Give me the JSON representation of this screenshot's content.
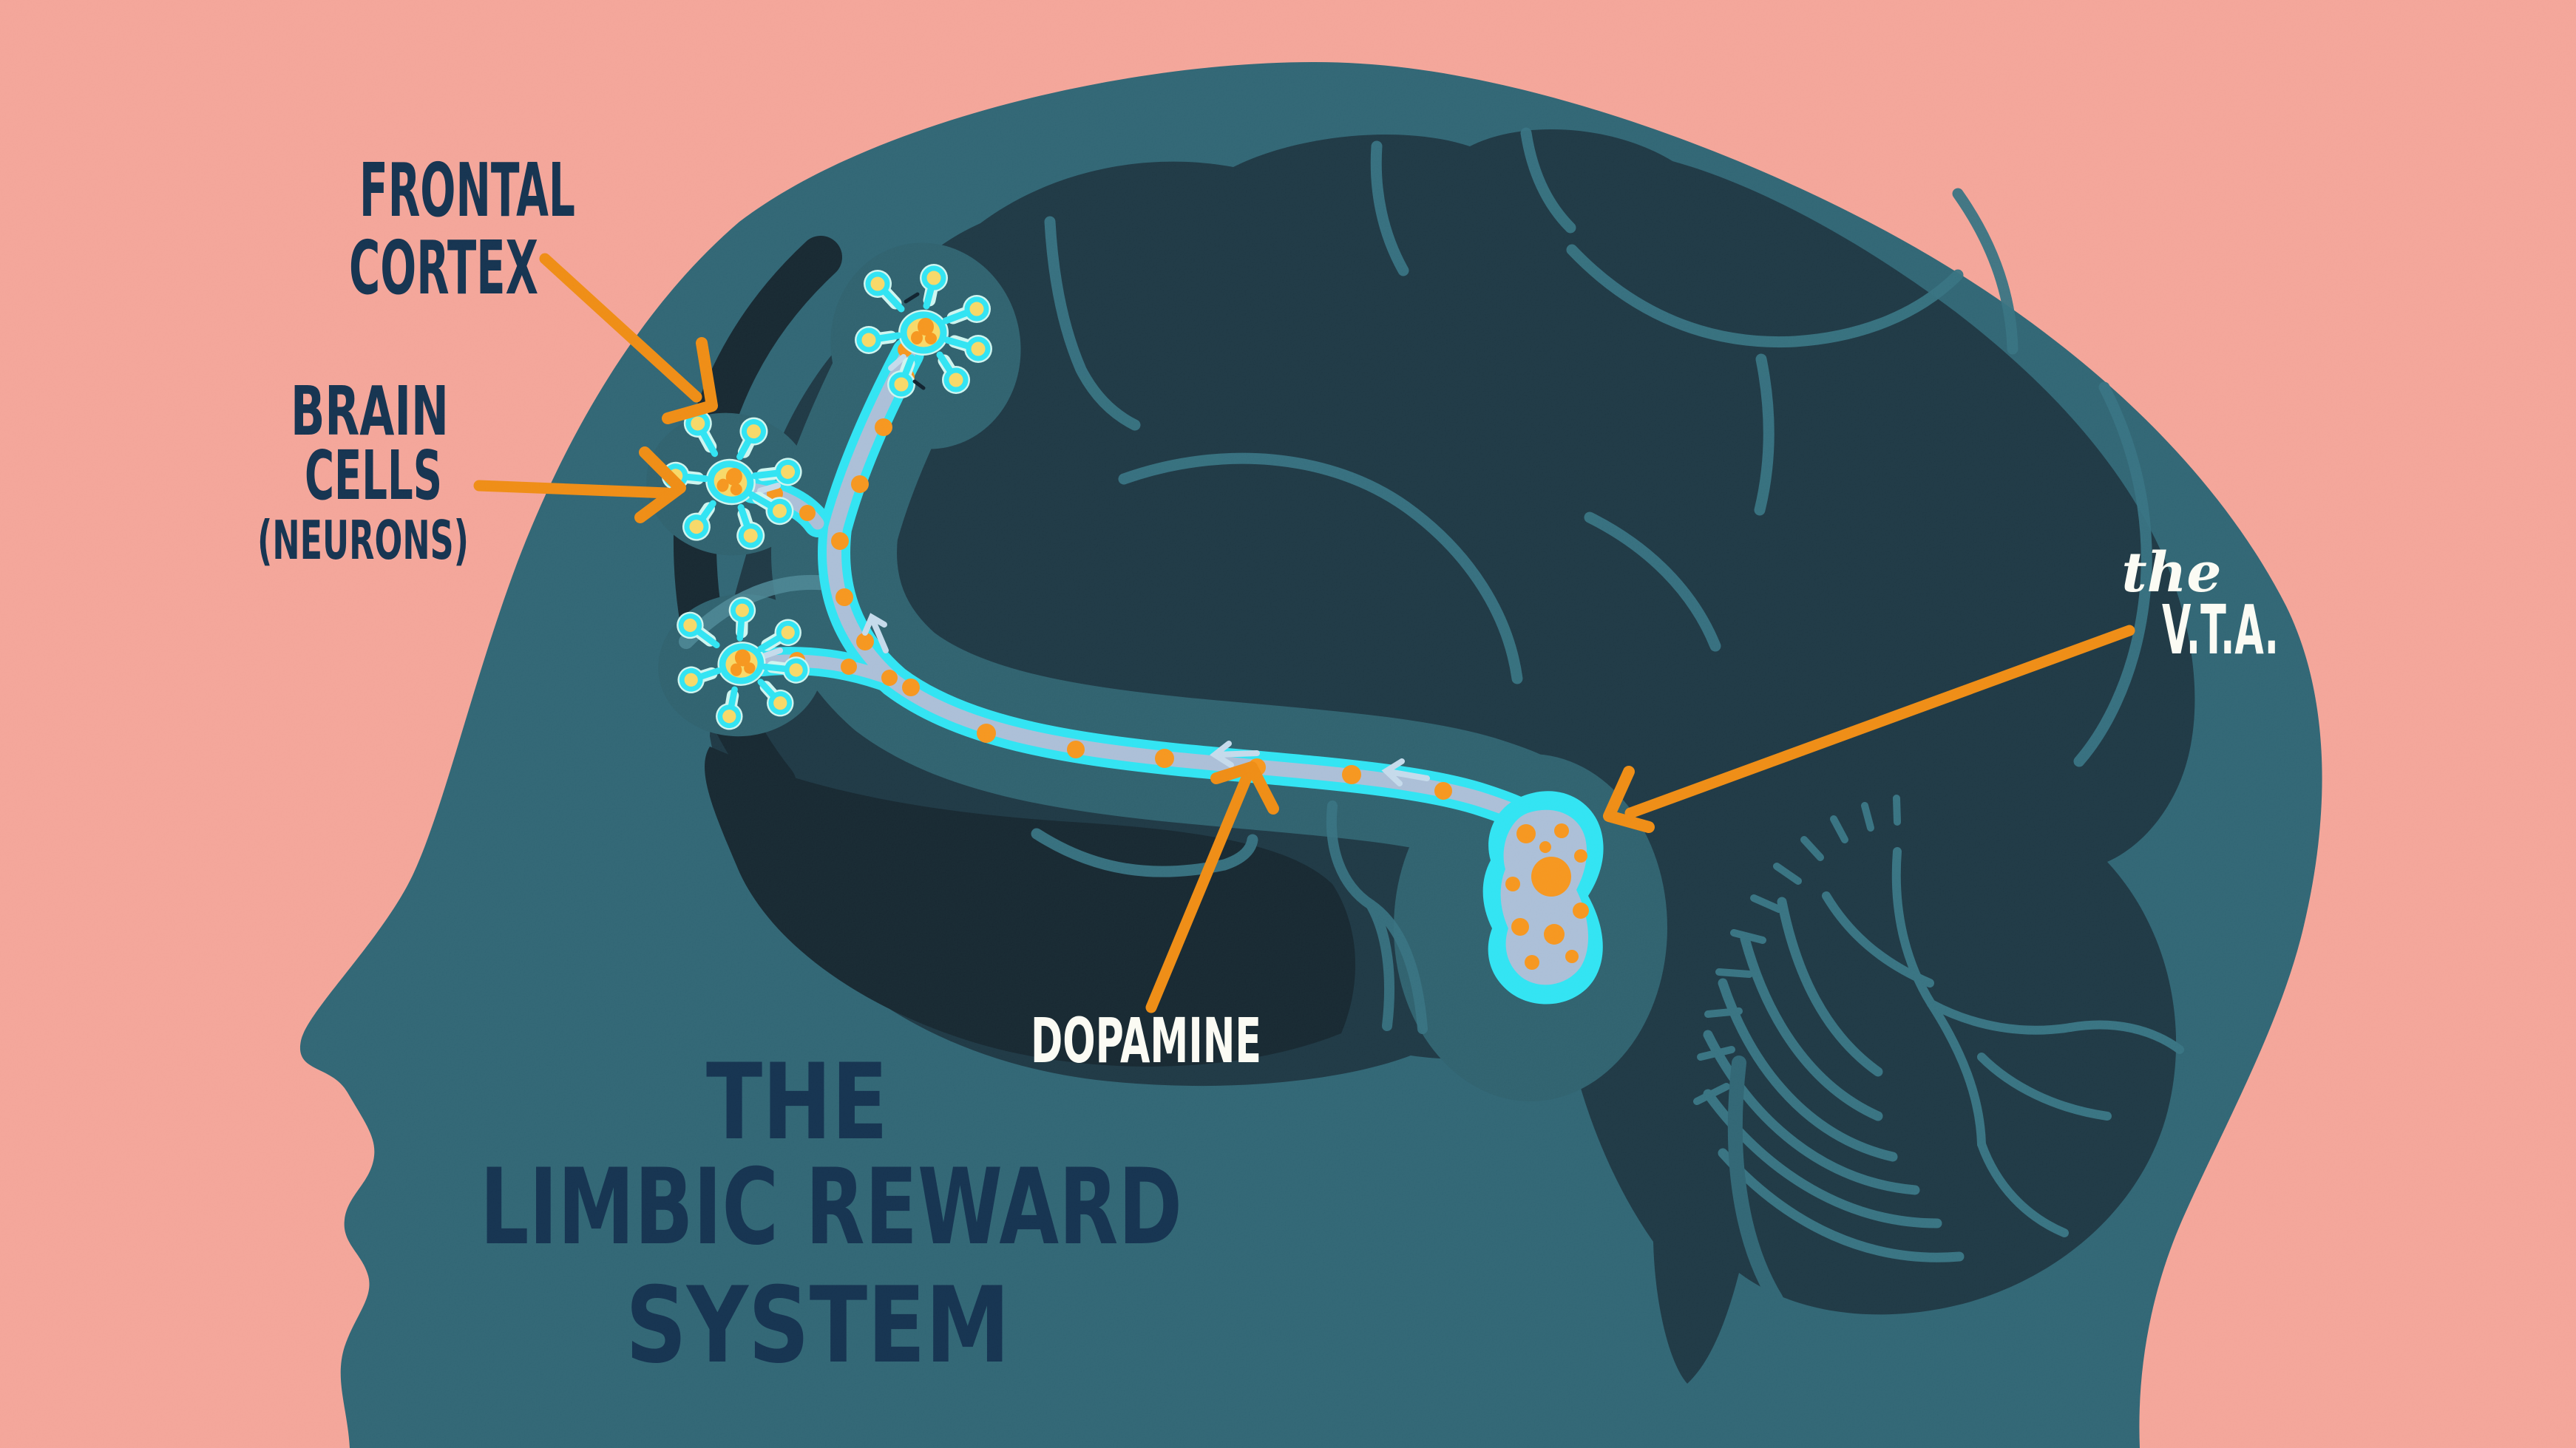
{
  "title": {
    "line1": "THE",
    "line2": "LIMBIC REWARD",
    "line3": "SYSTEM"
  },
  "labels": {
    "frontal_cortex": {
      "line1": "FRONTAL",
      "line2": "CORTEX"
    },
    "brain_cells": {
      "line1": "BRAIN",
      "line2": "CELLS",
      "line3": "(NEURONS)"
    },
    "dopamine": {
      "text": "DOPAMINE"
    },
    "vta": {
      "prefix": "the",
      "text": "V.T.A."
    }
  },
  "annotations": [
    {
      "label": "FRONTAL CORTEX",
      "points_to": "frontal cortex region of the brain"
    },
    {
      "label": "BRAIN CELLS (NEURONS)",
      "points_to": "neuron cell bodies in the frontal cortex"
    },
    {
      "label": "DOPAMINE",
      "points_to": "dopamine travelling along the reward pathway"
    },
    {
      "label": "the V.T.A.",
      "points_to": "ventral tegmental area nucleus"
    }
  ],
  "colors": {
    "background_pink": "#f3a397",
    "head_teal": "#2e6372",
    "brain_navy": "#1d3642",
    "brain_shadow": "#16262f",
    "limbic_highlight": "#2d5f6c",
    "gyri_teal": "#35707f",
    "pathway_cyan": "#2ee3f2",
    "pathway_core": "#a9bdd6",
    "dopamine_orange": "#f6941d",
    "arrow_orange": "#ee8a14",
    "neuron_yellow": "#f7d765",
    "label_navy": "#14304d",
    "label_white": "#fbfbf3"
  }
}
